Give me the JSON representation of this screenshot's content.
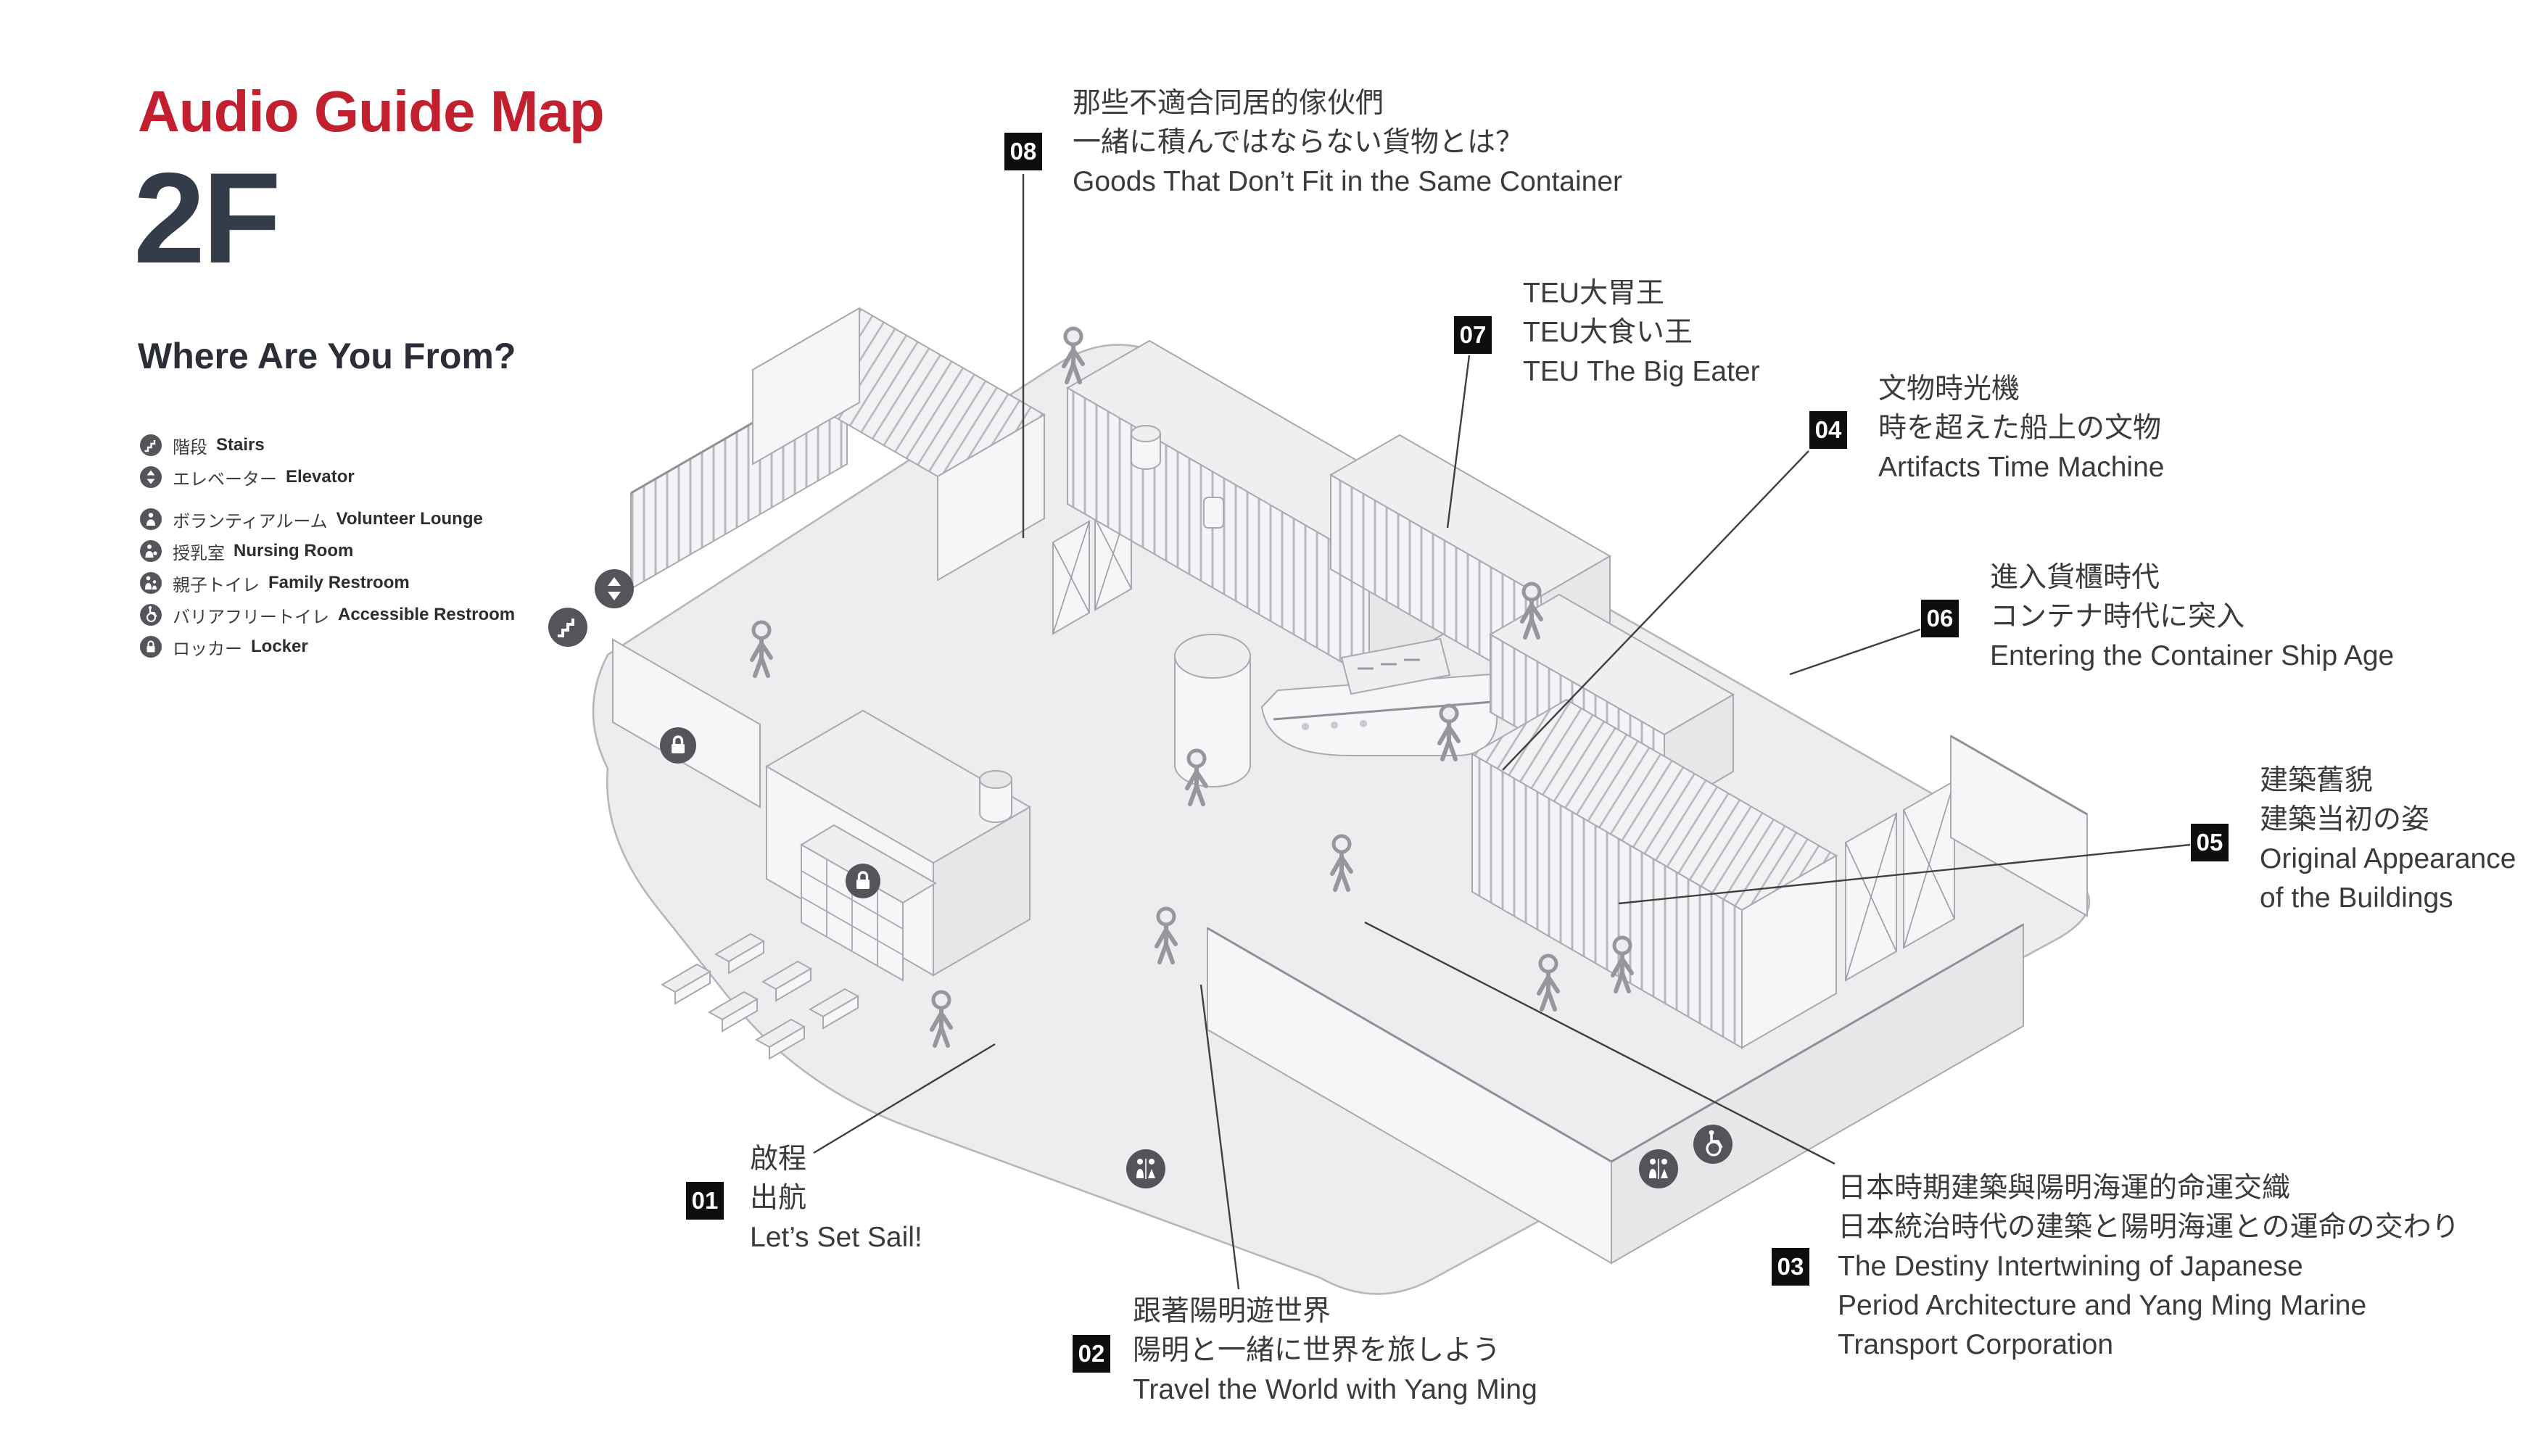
{
  "header": {
    "title": "Audio Guide Map",
    "floor": "2F",
    "subtitle": "Where Are You From?"
  },
  "legend": {
    "items": [
      {
        "icon": "stairs-icon",
        "label_ja": "階段",
        "label_en": "Stairs"
      },
      {
        "icon": "elevator-icon",
        "label_ja": "エレベーター",
        "label_en": "Elevator"
      },
      {
        "icon": "volunteer-lounge-icon",
        "label_ja": "ボランティアルーム",
        "label_en": "Volunteer Lounge"
      },
      {
        "icon": "nursing-room-icon",
        "label_ja": "授乳室",
        "label_en": "Nursing Room"
      },
      {
        "icon": "family-restroom-icon",
        "label_ja": "親子トイレ",
        "label_en": "Family Restroom"
      },
      {
        "icon": "accessible-restroom-icon",
        "label_ja": "バリアフリートイレ",
        "label_en": "Accessible Restroom"
      },
      {
        "icon": "locker-icon",
        "label_ja": "ロッカー",
        "label_en": "Locker"
      }
    ]
  },
  "annotations": [
    {
      "number": "01",
      "lines": [
        "啟程",
        "出航",
        "Let’s Set Sail!"
      ]
    },
    {
      "number": "02",
      "lines": [
        "跟著陽明遊世界",
        "陽明と一緒に世界を旅しよう",
        "Travel the World with Yang Ming"
      ]
    },
    {
      "number": "03",
      "lines": [
        "日本時期建築與陽明海運的命運交織",
        "日本統治時代の建築と陽明海運との運命の交わり",
        "The Destiny Intertwining of Japanese",
        "Period Architecture and Yang Ming Marine",
        "Transport Corporation"
      ]
    },
    {
      "number": "04",
      "lines": [
        "文物時光機",
        "時を超えた船上の文物",
        "Artifacts Time Machine"
      ]
    },
    {
      "number": "05",
      "lines": [
        "建築舊貌",
        "建築当初の姿",
        "Original Appearance",
        "of the Buildings"
      ]
    },
    {
      "number": "06",
      "lines": [
        "進入貨櫃時代",
        "コンテナ時代に突入",
        "Entering the Container Ship Age"
      ]
    },
    {
      "number": "07",
      "lines": [
        "TEU大胃王",
        "TEU大食い王",
        "TEU The Big Eater"
      ]
    },
    {
      "number": "08",
      "lines": [
        "那些不適合同居的傢伙們",
        "一緒に積んではならない貨物とは？",
        "Goods That Don’t Fit in the Same Container"
      ]
    }
  ],
  "colors": {
    "accent_red": "#C2202F",
    "title_dark": "#343B49",
    "badge_black": "#0E0E10",
    "floor_gray": "#EDEDEF",
    "line_gray": "#A9A9AF",
    "icon_circle": "#54555A"
  }
}
